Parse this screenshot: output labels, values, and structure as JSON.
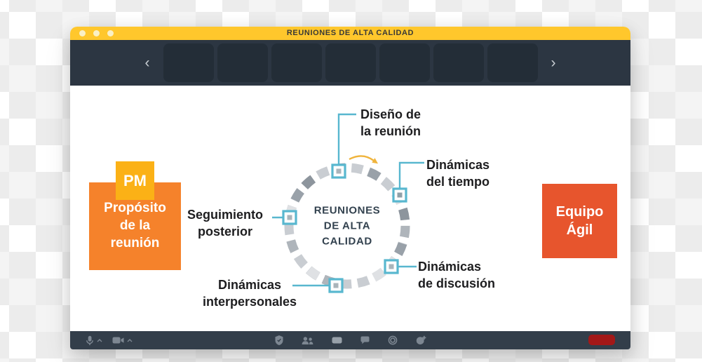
{
  "window": {
    "title": "REUNIONES DE ALTA CALIDAD"
  },
  "filmstrip": {
    "prev_icon": "‹",
    "next_icon": "›",
    "thumbnail_count": 7
  },
  "slide": {
    "center_title": "REUNIONES\nDE ALTA\nCALIDAD",
    "labels": {
      "diseno": "Diseño de\nla reunión",
      "tiempo": "Dinámicas\ndel tiempo",
      "discusion": "Dinámicas\nde discusión",
      "interpersonales": "Dinámicas\ninterpersonales",
      "seguimiento": "Seguimiento\nposterior"
    },
    "boxes": {
      "pm": "PM",
      "proposito": "Propósito\nde la\nreunión",
      "equipo": "Equipo\nÁgil"
    }
  },
  "toolbar": {
    "icons_left": [
      "microphone",
      "camera"
    ],
    "icons_center": [
      "security",
      "participants",
      "share-screen",
      "chat",
      "record",
      "apps"
    ],
    "icons_right": [
      "end-call"
    ]
  },
  "colors": {
    "titlebar_yellow": "#FFC72C",
    "accent_teal": "#58B7CF",
    "pm_yellow": "#FBB116",
    "proposito_orange": "#F5822B",
    "equipo_orange": "#E7552D",
    "arrow_yellow": "#F0B43C",
    "end_call_red": "#A31818",
    "toolbar_dark": "#333E4A",
    "filmstrip_dark": "#2C3642"
  }
}
